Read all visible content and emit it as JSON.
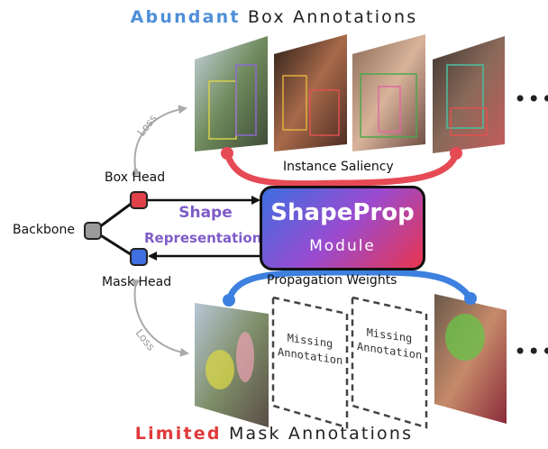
{
  "title_top": {
    "emphasis": "Abundant",
    "rest": "Box Annotations"
  },
  "title_bottom": {
    "emphasis": "Limited",
    "rest": "Mask Annotations"
  },
  "labels": {
    "box_head": "Box Head",
    "mask_head": "Mask Head",
    "backbone": "Backbone",
    "shape_rep_line1": "Shape",
    "shape_rep_line2": "Representation",
    "instance_saliency": "Instance Saliency",
    "propagation_weights": "Propagation Weights",
    "loss_top": "Loss",
    "loss_bottom": "Loss"
  },
  "module": {
    "title": "ShapeProp",
    "subtitle": "Module"
  },
  "missing_annotation_1": {
    "line1": "Missing",
    "line2": "Annotation"
  },
  "missing_annotation_2": {
    "line1": "Missing",
    "line2": "Annotation"
  },
  "ellipsis_top": "•••",
  "ellipsis_bottom": "•••",
  "colors": {
    "blue_accent": "#4f8fd9",
    "red_accent": "#e03a3a",
    "purple_text": "#7f5cc8",
    "box_head_node": "#e0404a",
    "mask_head_node": "#3f6fe0",
    "backbone_node": "#9a9a9a",
    "loss_gray": "#aaaaaa"
  },
  "icons": [
    "photo-thumbnail",
    "missing-annotation-card",
    "arrow",
    "curved-arrow"
  ]
}
